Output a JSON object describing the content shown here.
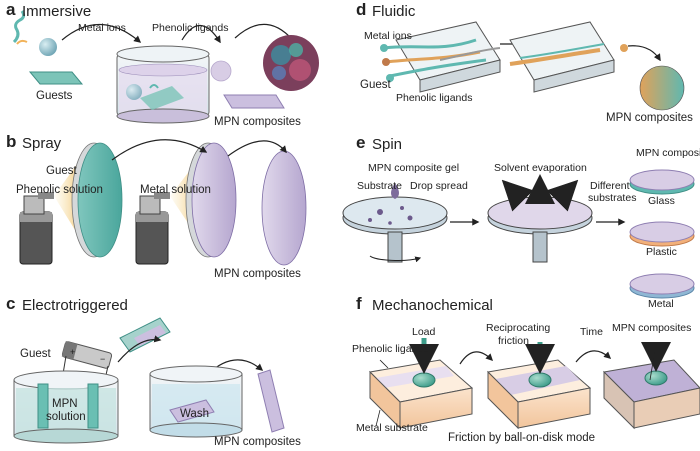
{
  "panels": {
    "a": {
      "letter": "a",
      "title": "Immersive",
      "metal_ions": "Metal ions",
      "phenolic_ligands": "Phenolic ligands",
      "guests": "Guests",
      "result": "MPN composites"
    },
    "b": {
      "letter": "b",
      "title": "Spray",
      "guest": "Guest",
      "phenolic_solution": "Phenolic solution",
      "metal_solution": "Metal solution",
      "result": "MPN composites"
    },
    "c": {
      "letter": "c",
      "title": "Electrotriggered",
      "guest": "Guest",
      "mpn_solution_1": "MPN",
      "mpn_solution_2": "solution",
      "wash": "Wash",
      "result": "MPN composites"
    },
    "d": {
      "letter": "d",
      "title": "Fluidic",
      "metal_ions": "Metal ions",
      "guest": "Guest",
      "phenolic_ligands": "Phenolic ligands",
      "result": "MPN composites"
    },
    "e": {
      "letter": "e",
      "title": "Spin",
      "gel": "MPN composite gel",
      "substrate": "Substrate",
      "drop_spread": "Drop spread",
      "solvent_evaporation": "Solvent evaporation",
      "different": "Different",
      "substrates": "substrates",
      "result": "MPN composites",
      "glass": "Glass",
      "plastic": "Plastic",
      "metal": "Metal"
    },
    "f": {
      "letter": "f",
      "title": "Mechanochemical",
      "load": "Load",
      "reciprocating": "Reciprocating",
      "friction": "friction",
      "time": "Time",
      "phenolic_ligands": "Phenolic ligands",
      "metal_substrate": "Metal substrate",
      "result": "MPN composites",
      "caption": "Friction by ball-on-disk mode"
    }
  },
  "colors": {
    "teal": "#5fb8b0",
    "lavender": "#c9c0dc",
    "peach": "#f4c9a0",
    "orange_teal_gradient": "#e8a05a",
    "steel": "#c9d6de",
    "dark": "#222222",
    "beaker": "#e7eef2"
  }
}
